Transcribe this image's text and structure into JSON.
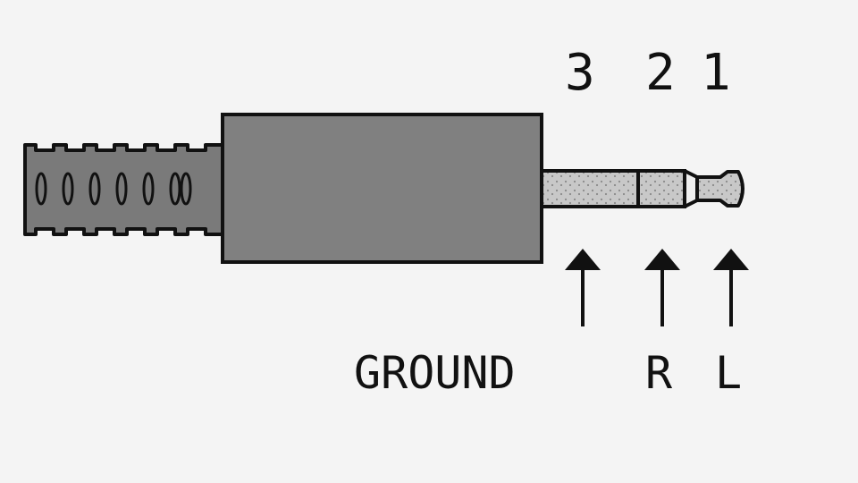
{
  "contact_numbers": {
    "sleeve": "3",
    "ring": "2",
    "tip": "1"
  },
  "labels": {
    "ground": "GROUND",
    "right": "R",
    "left": "L"
  },
  "colors": {
    "background": "#f4f4f4",
    "body": "#808080",
    "strain_relief": "#7a7a7a",
    "contacts": "#c8c8c8",
    "outline": "#111111"
  }
}
